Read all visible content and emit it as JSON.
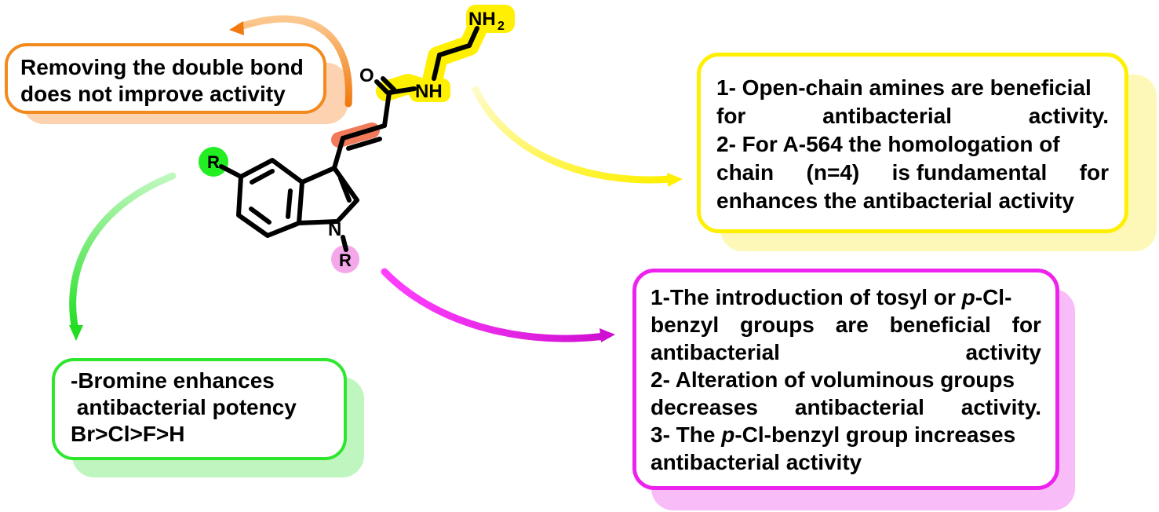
{
  "colors": {
    "orange": "#f28a1e",
    "yellow": "#ffef00",
    "green": "#2ee62e",
    "magenta": "#ee22ee"
  },
  "molecule": {
    "labels": {
      "nh2": "NH",
      "nh2_sub": "2",
      "nh": "NH",
      "o": "O",
      "n": "N",
      "r_ring": "R",
      "r_n": "R"
    }
  },
  "boxes": {
    "orange": {
      "lines": [
        "Removing the double bond",
        "does not improve activity"
      ]
    },
    "yellow": {
      "lines": [
        [
          "1- Open-chain amines are beneficial"
        ],
        [
          "for",
          "antibacterial",
          "activity."
        ],
        [
          "2- For A-564 the homologation of"
        ],
        [
          "chain",
          "(n=4)",
          "is fundamental",
          "for"
        ],
        [
          "enhances the antibacterial activity"
        ]
      ]
    },
    "green": {
      "lines": [
        "-Bromine enhances",
        " antibacterial potency",
        "Br>Cl>F>H"
      ]
    },
    "magenta": {
      "line1_prefix": "1-The introduction of tosyl or ",
      "line1_italic": "p",
      "line1_suffix": "-Cl-",
      "line2": [
        "benzyl",
        "groups",
        "are",
        "beneficial",
        "for"
      ],
      "line3": [
        "antibacterial",
        "activity"
      ],
      "line4": "2- Alteration of voluminous groups",
      "line5": [
        "decreases",
        "antibacterial",
        "activity."
      ],
      "line6_prefix": "3- The ",
      "line6_italic": "p",
      "line6_suffix": "-Cl-benzyl group increases",
      "line7": "antibacterial activity"
    }
  }
}
